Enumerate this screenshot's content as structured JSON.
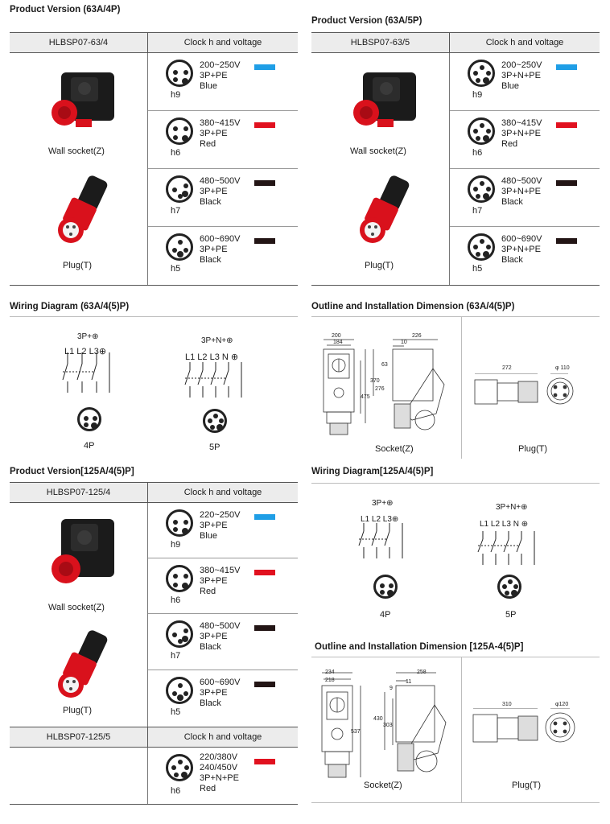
{
  "colors": {
    "blue": "#1f9ee6",
    "red": "#e1111f",
    "black": "#231515"
  },
  "sections": {
    "pv63_4": {
      "title": "Product Version (63A/4P)",
      "model": "HLBSP07-63/4",
      "clock_header": "Clock h and voltage",
      "wall_socket": "Wall socket(Z)",
      "plug": "Plug(T)",
      "rows": [
        {
          "code": "h9",
          "voltage": "200~250V",
          "system": "3P+PE",
          "color_name": "Blue",
          "color": "blue"
        },
        {
          "code": "h6",
          "voltage": "380~415V",
          "system": "3P+PE",
          "color_name": "Red",
          "color": "red"
        },
        {
          "code": "h7",
          "voltage": "480~500V",
          "system": "3P+PE",
          "color_name": "Black",
          "color": "black"
        },
        {
          "code": "h5",
          "voltage": "600~690V",
          "system": "3P+PE",
          "color_name": "Black",
          "color": "black"
        }
      ]
    },
    "pv63_5": {
      "title": "Product Version (63A/5P)",
      "model": "HLBSP07-63/5",
      "clock_header": "Clock h and voltage",
      "wall_socket": "Wall socket(Z)",
      "plug": "Plug(T)",
      "rows": [
        {
          "code": "h9",
          "voltage": "200~250V",
          "system": "3P+N+PE",
          "color_name": "Blue",
          "color": "blue"
        },
        {
          "code": "h6",
          "voltage": "380~415V",
          "system": "3P+N+PE",
          "color_name": "Red",
          "color": "red"
        },
        {
          "code": "h7",
          "voltage": "480~500V",
          "system": "3P+N+PE",
          "color_name": "Black",
          "color": "black"
        },
        {
          "code": "h5",
          "voltage": "600~690V",
          "system": "3P+N+PE",
          "color_name": "Black",
          "color": "black"
        }
      ]
    },
    "wiring63": {
      "title": "Wiring Diagram (63A/4(5)P)",
      "top4": "3P+⊕",
      "top5": "3P+N+⊕",
      "lines4": "L1 L2 L3⊕",
      "lines5": "L1 L2 L3 N ⊕",
      "label4": "4P",
      "label5": "5P"
    },
    "outline63": {
      "title": "Outline and Installation Dimension (63A/4(5)P)",
      "dims": {
        "a": "200",
        "b": "184",
        "c": "226",
        "d": "10",
        "e": "63",
        "f": "370",
        "g": "276",
        "h": "475",
        "p1": "272",
        "p2": "φ 110"
      },
      "socket": "Socket(Z)",
      "plug": "Plug(T)"
    },
    "pv125": {
      "title": "Product Version[125A/4(5)P]",
      "model4": "HLBSP07-125/4",
      "model5": "HLBSP07-125/5",
      "clock_header": "Clock h and voltage",
      "wall_socket": "Wall socket(Z)",
      "plug": "Plug(T)",
      "rows": [
        {
          "code": "h9",
          "voltage": "220~250V",
          "system": "3P+PE",
          "color_name": "Blue",
          "color": "blue"
        },
        {
          "code": "h6",
          "voltage": "380~415V",
          "system": "3P+PE",
          "color_name": "Red",
          "color": "red"
        },
        {
          "code": "h7",
          "voltage": "480~500V",
          "system": "3P+PE",
          "color_name": "Black",
          "color": "black"
        },
        {
          "code": "h5",
          "voltage": "600~690V",
          "system": "3P+PE",
          "color_name": "Black",
          "color": "black"
        }
      ],
      "row5": {
        "code": "h6",
        "line1": "220/380V",
        "line2": "240/450V",
        "system": "3P+N+PE",
        "color_name": "Red",
        "color": "red"
      }
    },
    "wiring125": {
      "title": "Wiring Diagram[125A/4(5)P]",
      "top4": "3P+⊕",
      "top5": "3P+N+⊕",
      "lines4": "L1 L2 L3⊕",
      "lines5": "L1 L2 L3 N ⊕",
      "label4": "4P",
      "label5": "5P"
    },
    "outline125": {
      "title": "Outline and Installation Dimension [125A-4(5)P]",
      "dims": {
        "a": "234",
        "b": "218",
        "c": "258",
        "d": "11",
        "e": "9",
        "f": "430",
        "g": "303",
        "h": "537",
        "p1": "310",
        "p2": "φ120"
      },
      "socket": "Socket(Z)",
      "plug": "Plug(T)"
    }
  }
}
